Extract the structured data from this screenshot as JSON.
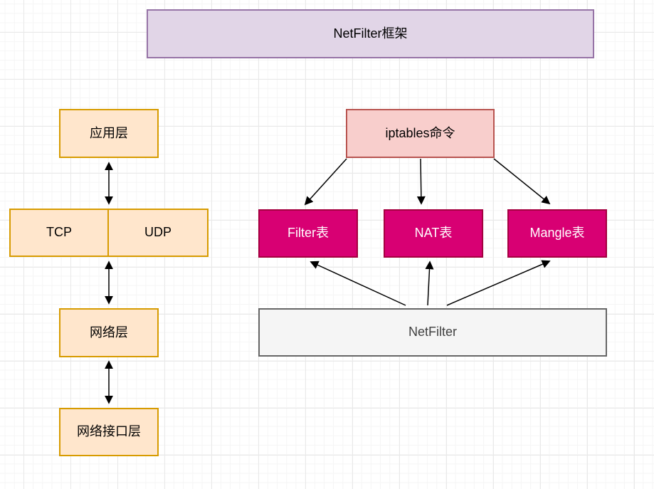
{
  "diagram": {
    "title": "NetFilter框架",
    "nodes": {
      "app_layer": "应用层",
      "tcp": "TCP",
      "udp": "UDP",
      "network_layer": "网络层",
      "network_interface_layer": "网络接口层",
      "iptables_cmd": "iptables命令",
      "filter_table": "Filter表",
      "nat_table": "NAT表",
      "mangle_table": "Mangle表",
      "netfilter": "NetFilter"
    },
    "edges": [
      {
        "from": "应用层",
        "to": "TCP/UDP",
        "type": "double-arrow"
      },
      {
        "from": "TCP/UDP",
        "to": "网络层",
        "type": "double-arrow"
      },
      {
        "from": "网络层",
        "to": "网络接口层",
        "type": "double-arrow"
      },
      {
        "from": "iptables命令",
        "to": "Filter表",
        "type": "arrow"
      },
      {
        "from": "iptables命令",
        "to": "NAT表",
        "type": "arrow"
      },
      {
        "from": "iptables命令",
        "to": "Mangle表",
        "type": "arrow"
      },
      {
        "from": "NetFilter",
        "to": "Filter表",
        "type": "arrow"
      },
      {
        "from": "NetFilter",
        "to": "NAT表",
        "type": "arrow"
      },
      {
        "from": "NetFilter",
        "to": "Mangle表",
        "type": "arrow"
      }
    ],
    "colors": {
      "title_fill": "#E1D5E7",
      "title_border": "#9673A6",
      "layer_fill": "#FFE6CC",
      "layer_border": "#D79B00",
      "iptables_fill": "#F8CECC",
      "iptables_border": "#B85450",
      "table_fill": "#D80073",
      "table_border": "#A50040",
      "table_text": "#FFFFFF",
      "netfilter_fill": "#F5F5F5",
      "netfilter_border": "#666666",
      "arrow": "#000000",
      "grid_major": "#E9E9E9",
      "grid_minor": "#F5F5F5"
    }
  }
}
